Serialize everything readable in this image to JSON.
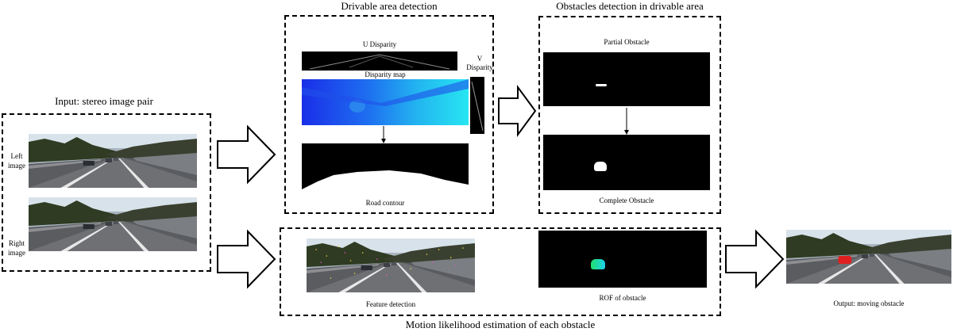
{
  "stages": {
    "input": {
      "title": "Input: stereo image pair",
      "left_label": [
        "Left",
        "image"
      ],
      "right_label": [
        "Right",
        "image"
      ]
    },
    "drivable": {
      "title": "Drivable area detection",
      "u_disparity": "U Disparity",
      "v_disparity": [
        "V",
        "Disparity"
      ],
      "disparity_map": "Disparity map",
      "road_contour": "Road contour"
    },
    "obstacles": {
      "title": "Obstacles detection in drivable area",
      "partial": "Partial Obstacle",
      "complete": "Complete Obstacle"
    },
    "motion": {
      "title": "Motion likelihood estimation of each obstacle",
      "feature": "Feature detection",
      "rof": "ROF of obstacle"
    },
    "output": {
      "caption": "Output: moving obstacle"
    }
  },
  "colors": {
    "disparity_dark": "#1a2ee8",
    "disparity_light": "#27e6f2",
    "moving_obstacle": "#e02020",
    "rof_green": "#22e06a",
    "rof_cyan": "#1ad0ee"
  }
}
